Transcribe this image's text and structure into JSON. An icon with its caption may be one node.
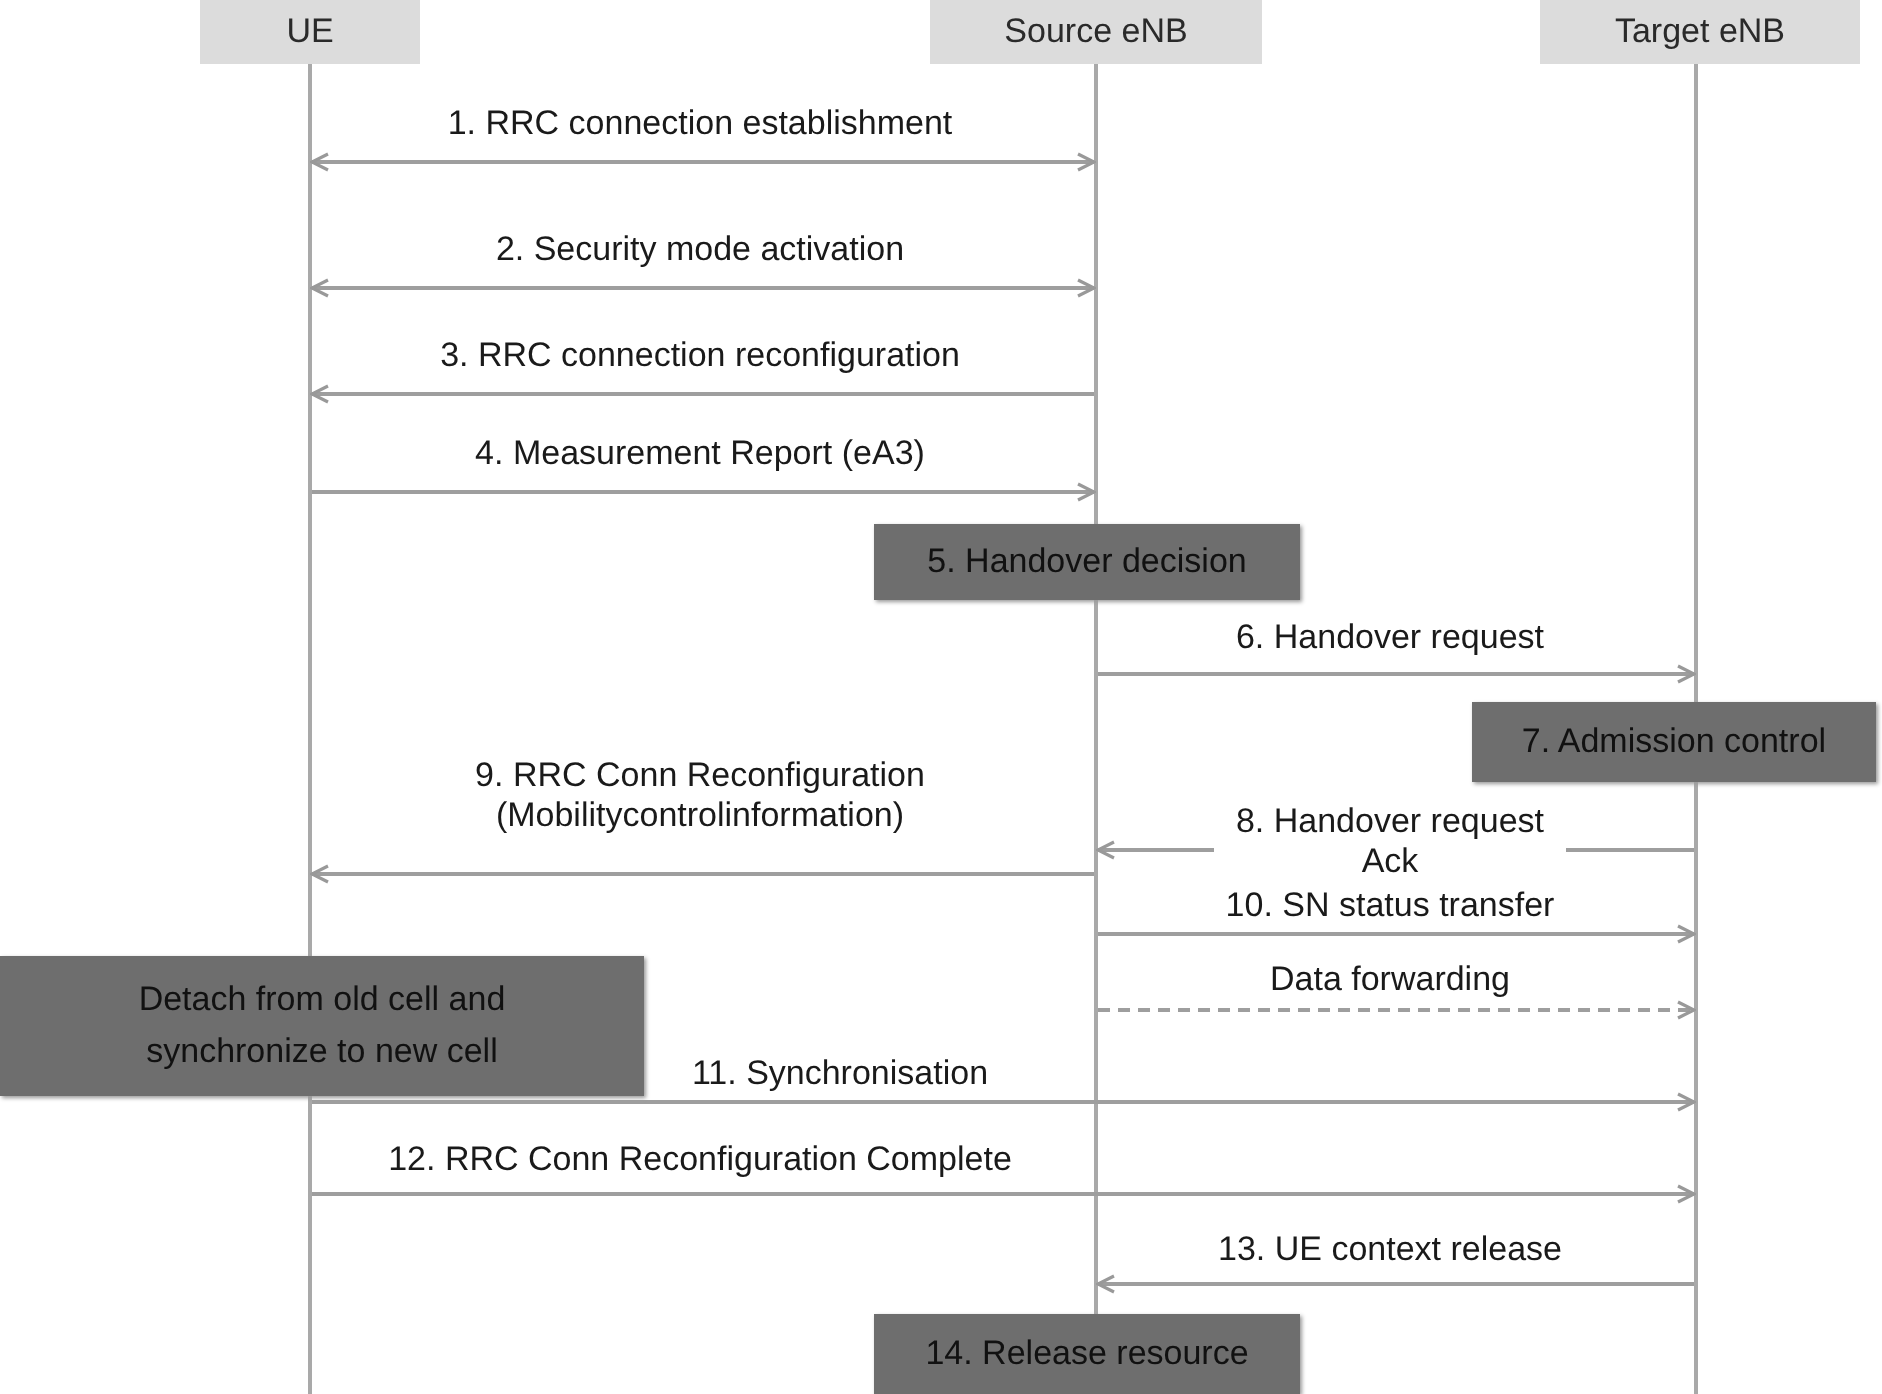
{
  "diagram": {
    "nodes": [
      {
        "text": [
          "UE"
        ]
      },
      {
        "text": [
          "Source eNB"
        ]
      },
      {
        "text": [
          "Target eNB"
        ]
      },
      {
        "text": [],
        "shape": "bar"
      },
      {
        "text": [],
        "shape": "bar"
      },
      {
        "text": [],
        "shape": "bar"
      },
      {
        "text": [],
        "shape": "bar"
      },
      {
        "text": [],
        "shape": "bar"
      },
      {
        "text": [],
        "shape": "bar"
      },
      {
        "text": [
          "5. Handover decision"
        ]
      },
      {
        "text": [
          "7. Admission control"
        ]
      },
      {
        "text": [
          "Detach from old cell and synchronize to new cell"
        ]
      },
      {
        "text": [
          "14. Release resource"
        ]
      }
    ],
    "edges": [
      {
        "from": 3,
        "to": 5,
        "arrow": "both",
        "label": "1. RRC connection establishment"
      },
      {
        "from": 3,
        "to": 5,
        "arrow": "both",
        "label": "2. Security mode activation"
      },
      {
        "from": 5,
        "to": 3,
        "arrow": "to",
        "label": "3. RRC connection reconfiguration"
      },
      {
        "from": 3,
        "to": 5,
        "arrow": "to",
        "label": "4. Measurement Report (eA3)"
      },
      {
        "from": 6,
        "to": 7,
        "arrow": "to",
        "label": "6. Handover request"
      },
      {
        "from": 8,
        "to": 6,
        "arrow": "to",
        "label": "8. Handover request Ack"
      },
      {
        "from": 6,
        "to": 3,
        "arrow": "to",
        "label": "9. RRC Conn Reconfiguration (Mobilitycontrolinformation)"
      },
      {
        "from": 6,
        "to": 8,
        "arrow": "to",
        "label": "10. SN status transfer"
      },
      {
        "from": 6,
        "to": 8,
        "arrow": "to",
        "label": "Data forwarding",
        "style": "dashed"
      },
      {
        "from": 4,
        "to": 8,
        "arrow": "to",
        "label": "11. Synchronisation"
      },
      {
        "from": 4,
        "to": 8,
        "arrow": "to",
        "label": "12. RRC Conn Reconfiguration Complete"
      },
      {
        "from": 8,
        "to": 6,
        "arrow": "to",
        "label": "13. UE context release"
      }
    ]
  }
}
